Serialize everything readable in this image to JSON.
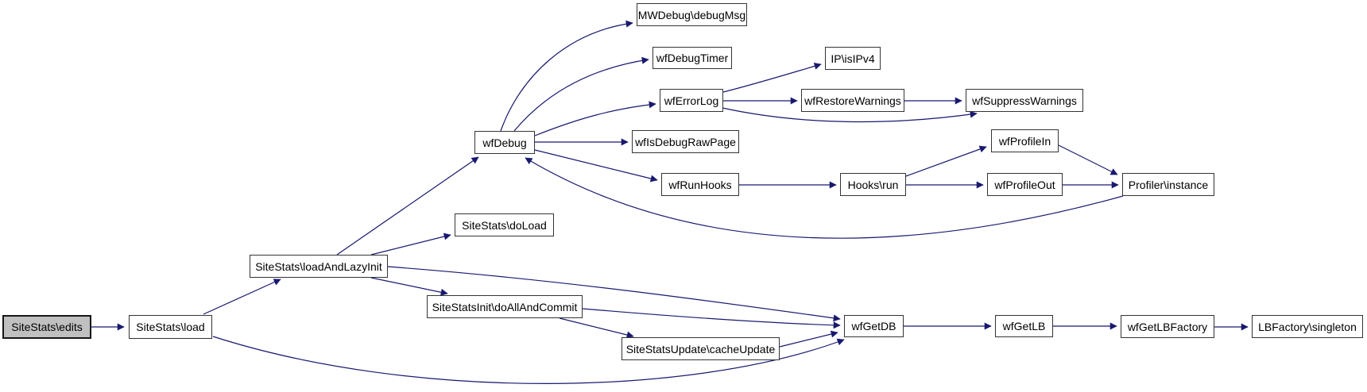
{
  "diagram": {
    "kind": "doxygen-call-graph",
    "root_function": "SiteStats\\edits",
    "colors": {
      "edge": "#191970",
      "node_border": "#343434",
      "node_fill": "#ffffff",
      "root_fill": "#c0c0c0",
      "background": "#ffffff",
      "text": "#000000"
    }
  },
  "nodes": [
    {
      "id": "sitestats-edits",
      "label": "SiteStats\\edits"
    },
    {
      "id": "sitestats-load",
      "label": "SiteStats\\load"
    },
    {
      "id": "sitestats-loadandlazyinit",
      "label": "SiteStats\\loadAndLazyInit"
    },
    {
      "id": "sitestats-doload",
      "label": "SiteStats\\doLoad"
    },
    {
      "id": "wfdebug",
      "label": "wfDebug"
    },
    {
      "id": "mwdebug-debugmsg",
      "label": "MWDebug\\debugMsg"
    },
    {
      "id": "wfdebugtimer",
      "label": "wfDebugTimer"
    },
    {
      "id": "wferrorlog",
      "label": "wfErrorLog"
    },
    {
      "id": "ip-isipv4",
      "label": "IP\\isIPv4"
    },
    {
      "id": "wfrestorewarnings",
      "label": "wfRestoreWarnings"
    },
    {
      "id": "wfsuppresswarnings",
      "label": "wfSuppressWarnings"
    },
    {
      "id": "wfisdebugrawpage",
      "label": "wfIsDebugRawPage"
    },
    {
      "id": "wfrunhooks",
      "label": "wfRunHooks"
    },
    {
      "id": "hooks-run",
      "label": "Hooks\\run"
    },
    {
      "id": "wfprofilein",
      "label": "wfProfileIn"
    },
    {
      "id": "wfprofileout",
      "label": "wfProfileOut"
    },
    {
      "id": "profiler-instance",
      "label": "Profiler\\instance"
    },
    {
      "id": "sitestatsinit-doallandcommit",
      "label": "SiteStatsInit\\doAllAndCommit"
    },
    {
      "id": "sitestatsupdate-cacheupdate",
      "label": "SiteStatsUpdate\\cacheUpdate"
    },
    {
      "id": "wfgetdb",
      "label": "wfGetDB"
    },
    {
      "id": "wfgetlb",
      "label": "wfGetLB"
    },
    {
      "id": "wfgetlbfactory",
      "label": "wfGetLBFactory"
    },
    {
      "id": "lbfactory-singleton",
      "label": "LBFactory\\singleton"
    }
  ],
  "edges": [
    {
      "from": "SiteStats\\edits",
      "to": "SiteStats\\load"
    },
    {
      "from": "SiteStats\\load",
      "to": "SiteStats\\loadAndLazyInit"
    },
    {
      "from": "SiteStats\\load",
      "to": "wfGetDB"
    },
    {
      "from": "SiteStats\\loadAndLazyInit",
      "to": "wfDebug"
    },
    {
      "from": "SiteStats\\loadAndLazyInit",
      "to": "SiteStats\\doLoad"
    },
    {
      "from": "SiteStats\\loadAndLazyInit",
      "to": "wfGetDB"
    },
    {
      "from": "SiteStats\\loadAndLazyInit",
      "to": "SiteStatsInit\\doAllAndCommit"
    },
    {
      "from": "SiteStatsInit\\doAllAndCommit",
      "to": "wfGetDB"
    },
    {
      "from": "SiteStatsInit\\doAllAndCommit",
      "to": "SiteStatsUpdate\\cacheUpdate"
    },
    {
      "from": "SiteStatsUpdate\\cacheUpdate",
      "to": "wfGetDB"
    },
    {
      "from": "wfGetDB",
      "to": "wfGetLB"
    },
    {
      "from": "wfGetLB",
      "to": "wfGetLBFactory"
    },
    {
      "from": "wfGetLBFactory",
      "to": "LBFactory\\singleton"
    },
    {
      "from": "wfDebug",
      "to": "MWDebug\\debugMsg"
    },
    {
      "from": "wfDebug",
      "to": "wfDebugTimer"
    },
    {
      "from": "wfDebug",
      "to": "wfErrorLog"
    },
    {
      "from": "wfDebug",
      "to": "wfIsDebugRawPage"
    },
    {
      "from": "wfDebug",
      "to": "wfRunHooks"
    },
    {
      "from": "wfErrorLog",
      "to": "IP\\isIPv4"
    },
    {
      "from": "wfErrorLog",
      "to": "wfRestoreWarnings"
    },
    {
      "from": "wfErrorLog",
      "to": "wfSuppressWarnings"
    },
    {
      "from": "wfRestoreWarnings",
      "to": "wfSuppressWarnings"
    },
    {
      "from": "wfRunHooks",
      "to": "Hooks\\run"
    },
    {
      "from": "Hooks\\run",
      "to": "wfProfileIn"
    },
    {
      "from": "Hooks\\run",
      "to": "wfProfileOut"
    },
    {
      "from": "wfProfileIn",
      "to": "Profiler\\instance"
    },
    {
      "from": "wfProfileOut",
      "to": "Profiler\\instance"
    },
    {
      "from": "Profiler\\instance",
      "to": "wfDebug"
    }
  ]
}
